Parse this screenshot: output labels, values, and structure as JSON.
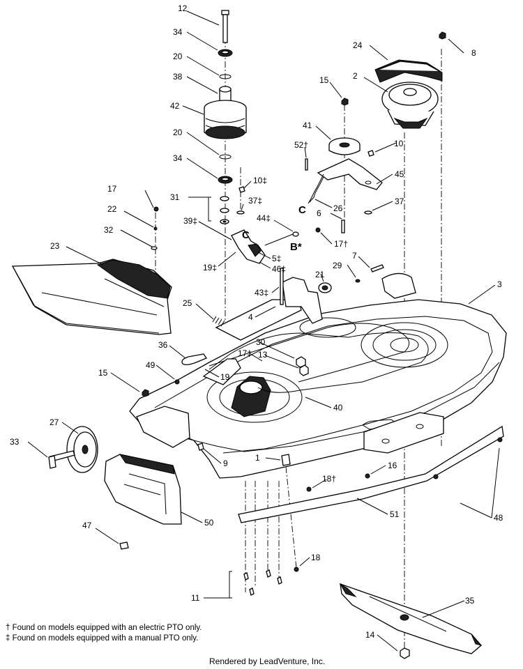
{
  "callouts": {
    "c12": "12",
    "c34a": "34",
    "c20a": "20",
    "c38": "38",
    "c42": "42",
    "c20b": "20",
    "c34b": "34",
    "c24": "24",
    "c8": "8",
    "c2": "2",
    "c15a": "15",
    "c41": "41",
    "c52": "52†",
    "c10a": "10",
    "c10b": "10‡",
    "c17a": "17",
    "c31": "31",
    "c37a": "37‡",
    "c22": "22",
    "c39": "39‡",
    "c44": "44‡",
    "c32": "32",
    "c23": "23",
    "c45": "45",
    "c26": "26",
    "c6": "6",
    "c37b": "37",
    "c17b": "17†",
    "c19a": "19‡",
    "c5": "5‡",
    "c46": "46‡",
    "c7": "7",
    "c29": "29",
    "c21": "21",
    "c43": "43‡",
    "c3": "3",
    "c25": "25",
    "c4": "4",
    "c36": "36",
    "c30": "30",
    "c17c": "17‡",
    "c13": "13",
    "c19b": "19",
    "c49": "49",
    "c15b": "15",
    "c40": "40",
    "c27": "27",
    "c33": "33",
    "c9": "9",
    "c1": "1",
    "c16": "16",
    "c18a": "18†",
    "c51": "51",
    "c48": "48",
    "c50": "50",
    "c47": "47",
    "c18b": "18",
    "c11": "11",
    "c35": "35",
    "c14": "14"
  },
  "letters": {
    "c_left": "C",
    "c_right": "C",
    "b_star": "B*"
  },
  "footnotes": {
    "electric": "† Found on models equipped with an electric PTO only.",
    "manual": "‡ Found on models equipped with a manual PTO only."
  },
  "credit": "Rendered by LeadVenture, Inc."
}
